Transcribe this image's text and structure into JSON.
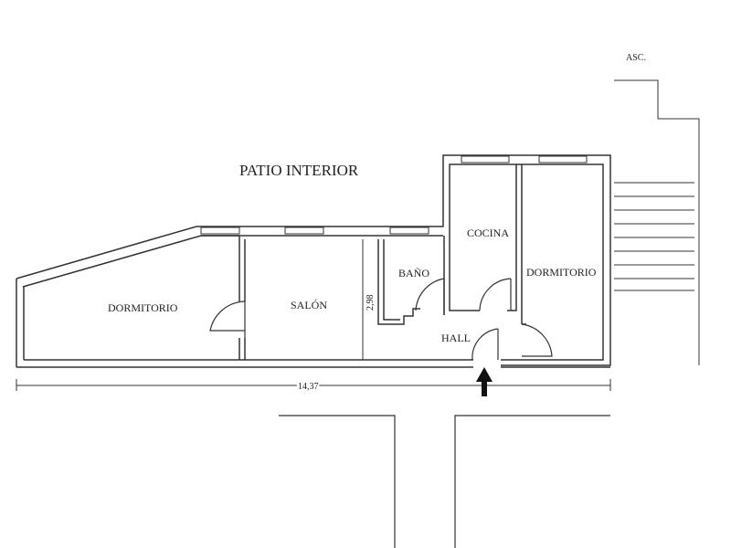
{
  "labels": {
    "patio": "PATIO INTERIOR",
    "asc": "ASC.",
    "dormitorio_left": "DORMITORIO",
    "salon": "SALÓN",
    "bano": "BAÑO",
    "cocina": "COCINA",
    "dormitorio_right": "DORMITORIO",
    "hall": "HALL"
  },
  "dimensions": {
    "width": "14,37",
    "height": "2,98"
  },
  "colors": {
    "line": "#333333",
    "background": "#ffffff"
  }
}
